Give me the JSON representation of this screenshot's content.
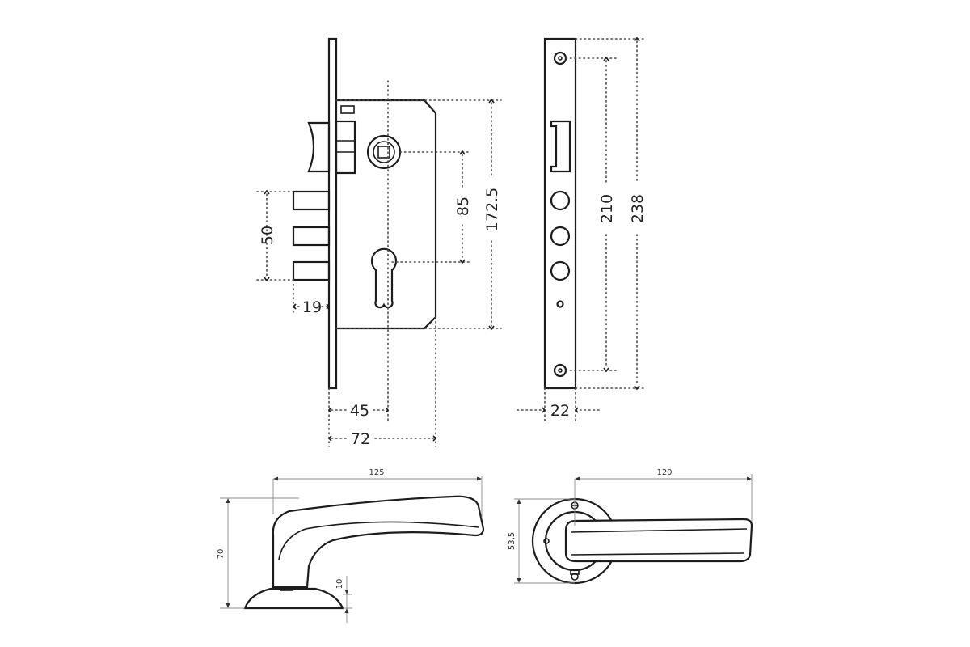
{
  "lock_body": {
    "dims": {
      "d50": "50",
      "d19": "19",
      "d45": "45",
      "d72": "72",
      "d85": "85",
      "d1725": "172.5"
    }
  },
  "strike_plate": {
    "dims": {
      "d22": "22",
      "d210": "210",
      "d238": "238"
    }
  },
  "handle_side": {
    "dims": {
      "d125": "125",
      "d70": "70",
      "d10": "10"
    }
  },
  "handle_front": {
    "dims": {
      "d120": "120",
      "d535": "53,5"
    }
  }
}
